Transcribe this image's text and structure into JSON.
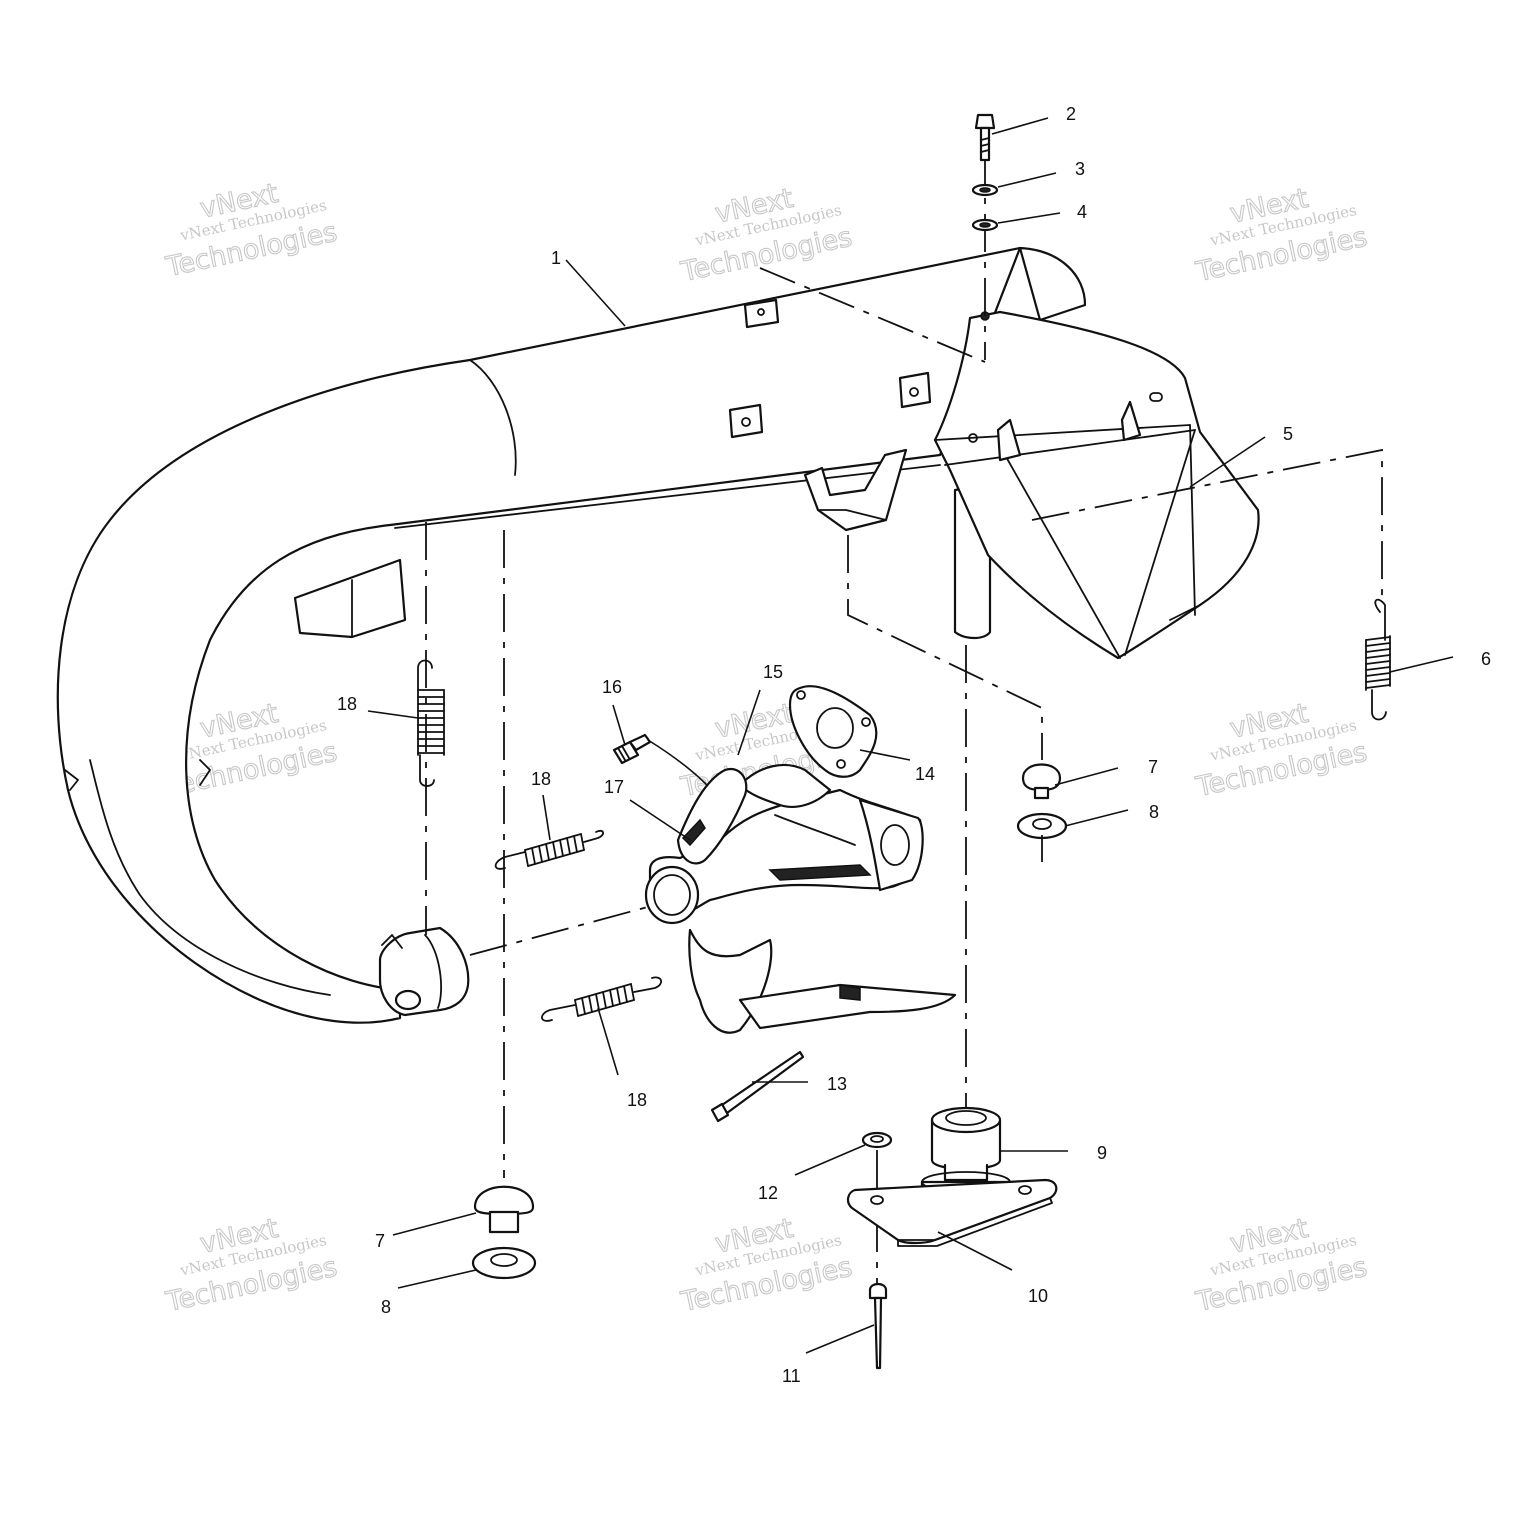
{
  "callouts": [
    {
      "id": "1",
      "label": "1"
    },
    {
      "id": "2",
      "label": "2"
    },
    {
      "id": "3",
      "label": "3"
    },
    {
      "id": "4",
      "label": "4"
    },
    {
      "id": "5",
      "label": "5"
    },
    {
      "id": "6",
      "label": "6"
    },
    {
      "id": "7a",
      "label": "7"
    },
    {
      "id": "8a",
      "label": "8"
    },
    {
      "id": "7b",
      "label": "7"
    },
    {
      "id": "8b",
      "label": "8"
    },
    {
      "id": "9",
      "label": "9"
    },
    {
      "id": "10",
      "label": "10"
    },
    {
      "id": "11",
      "label": "11"
    },
    {
      "id": "12",
      "label": "12"
    },
    {
      "id": "13",
      "label": "13"
    },
    {
      "id": "14",
      "label": "14"
    },
    {
      "id": "15",
      "label": "15"
    },
    {
      "id": "16",
      "label": "16"
    },
    {
      "id": "17",
      "label": "17"
    },
    {
      "id": "18a",
      "label": "18"
    },
    {
      "id": "18b",
      "label": "18"
    },
    {
      "id": "18c",
      "label": "18"
    }
  ],
  "watermark": {
    "line_small": "vNext Technologies",
    "line_big_1": "vNext",
    "line_big_2": "Technologies"
  }
}
